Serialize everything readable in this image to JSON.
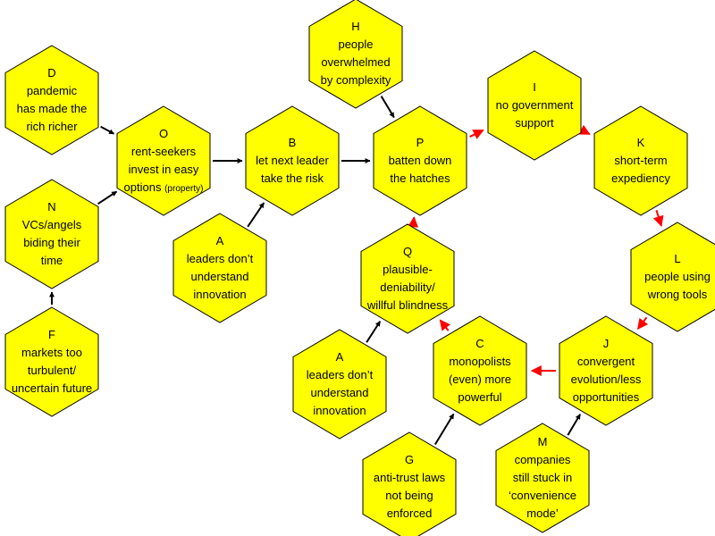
{
  "colors": {
    "hexagon_fill": "#ffff00",
    "hexagon_stroke": "#000000",
    "arrow_normal": "#000000",
    "arrow_loop": "#ff0000",
    "background": "#ffffff"
  },
  "nodes": {
    "D": {
      "letter": "D",
      "lines": [
        "pandemic",
        "has made the",
        "rich richer"
      ]
    },
    "N": {
      "letter": "N",
      "lines": [
        "VCs/angels",
        "biding their",
        "time"
      ]
    },
    "F": {
      "letter": "F",
      "lines": [
        "markets too",
        "turbulent/",
        "uncertain future"
      ]
    },
    "O": {
      "letter": "O",
      "lines": [
        "rent-seekers",
        "invest in easy"
      ],
      "last_line": "options",
      "last_note": "(property)"
    },
    "A1": {
      "letter": "A",
      "lines": [
        "leaders don’t",
        "understand",
        "innovation"
      ]
    },
    "B": {
      "letter": "B",
      "lines": [
        "let next leader",
        "take the risk"
      ]
    },
    "H": {
      "letter": "H",
      "lines": [
        "people",
        "overwhelmed",
        "by complexity"
      ]
    },
    "P": {
      "letter": "P",
      "lines": [
        "batten down",
        "the hatches"
      ]
    },
    "I": {
      "letter": "I",
      "lines": [
        "no government",
        "support"
      ]
    },
    "K": {
      "letter": "K",
      "lines": [
        "short-term",
        "expediency"
      ]
    },
    "L": {
      "letter": "L",
      "lines": [
        "people using",
        "wrong tools"
      ]
    },
    "J": {
      "letter": "J",
      "lines": [
        "convergent",
        "evolution/less",
        "opportunities"
      ]
    },
    "M": {
      "letter": "M",
      "lines": [
        "companies",
        "still stuck in",
        "‘convenience",
        "mode’"
      ]
    },
    "C": {
      "letter": "C",
      "lines": [
        "monopolists",
        "(even) more",
        "powerful"
      ]
    },
    "G": {
      "letter": "G",
      "lines": [
        "anti-trust laws",
        "not being",
        "enforced"
      ]
    },
    "Q": {
      "letter": "Q",
      "lines": [
        "plausible-",
        "deniability/",
        "willful blindness"
      ]
    },
    "A2": {
      "letter": "A",
      "lines": [
        "leaders don’t",
        "understand",
        "innovation"
      ]
    }
  },
  "edges": [
    {
      "from": "D",
      "to": "O",
      "style": "normal"
    },
    {
      "from": "N",
      "to": "O",
      "style": "normal"
    },
    {
      "from": "F",
      "to": "N",
      "style": "normal"
    },
    {
      "from": "O",
      "to": "B",
      "style": "normal"
    },
    {
      "from": "A1",
      "to": "B",
      "style": "normal"
    },
    {
      "from": "B",
      "to": "P",
      "style": "normal"
    },
    {
      "from": "H",
      "to": "P",
      "style": "normal"
    },
    {
      "from": "P",
      "to": "I",
      "style": "loop"
    },
    {
      "from": "I",
      "to": "K",
      "style": "loop"
    },
    {
      "from": "K",
      "to": "L",
      "style": "loop"
    },
    {
      "from": "L",
      "to": "J",
      "style": "loop"
    },
    {
      "from": "J",
      "to": "C",
      "style": "loop"
    },
    {
      "from": "C",
      "to": "Q",
      "style": "loop"
    },
    {
      "from": "Q",
      "to": "P",
      "style": "loop"
    },
    {
      "from": "M",
      "to": "J",
      "style": "normal"
    },
    {
      "from": "G",
      "to": "C",
      "style": "normal"
    },
    {
      "from": "A2",
      "to": "Q",
      "style": "normal"
    }
  ]
}
